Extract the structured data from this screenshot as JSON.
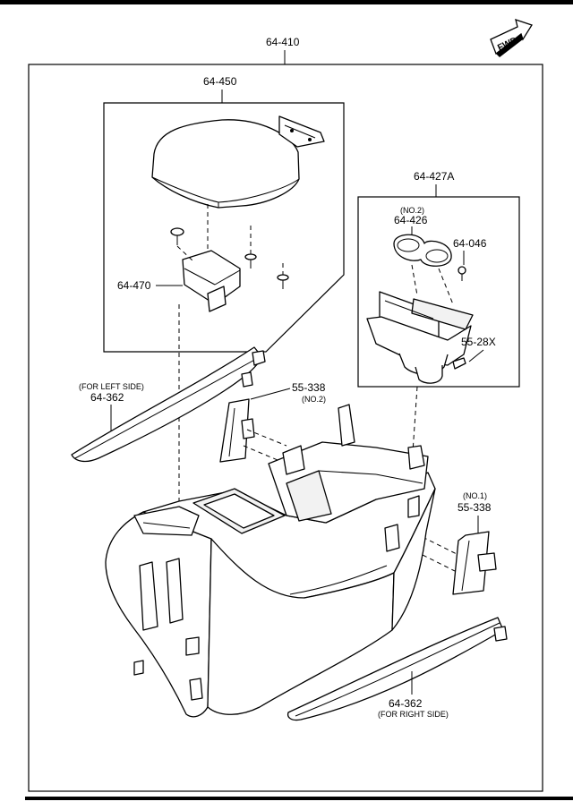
{
  "diagram": {
    "labels": {
      "assembly": "64-410",
      "armrest_group": "64-450",
      "bracket": "64-470",
      "cup_holder_group": "64-427A",
      "mat_note": "(NO.2)",
      "mat": "64-426",
      "clip": "64-046",
      "screw": "55-28X",
      "left_trim_note": "(FOR LEFT SIDE)",
      "left_trim": "64-362",
      "panel_no2": "55-338",
      "panel_no2_note": "(NO.2)",
      "panel_no1_note": "(NO.1)",
      "panel_no1": "55-338",
      "right_trim": "64-362",
      "right_trim_note": "(FOR RIGHT SIDE)",
      "fwd": "FWD"
    }
  }
}
